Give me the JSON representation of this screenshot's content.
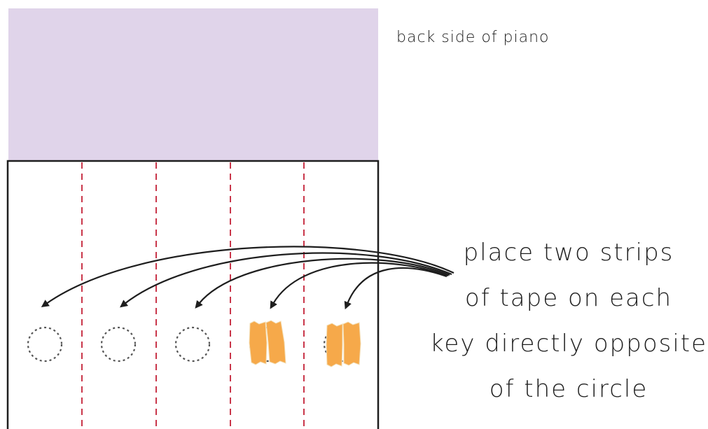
{
  "labels": {
    "back_side": "back side of piano",
    "instruction_lines": [
      "place two strips",
      "of tape on each",
      "key directly opposite",
      "of the circle"
    ]
  },
  "keys": {
    "count": 5,
    "taped": [
      false,
      false,
      false,
      true,
      true
    ]
  },
  "colors": {
    "piano_back": "#e0d4ea",
    "outline": "#1e1e1e",
    "divider": "#c9364a",
    "circle": "#555555",
    "tape": "#f6a94a",
    "arrow": "#1e1e1e"
  }
}
